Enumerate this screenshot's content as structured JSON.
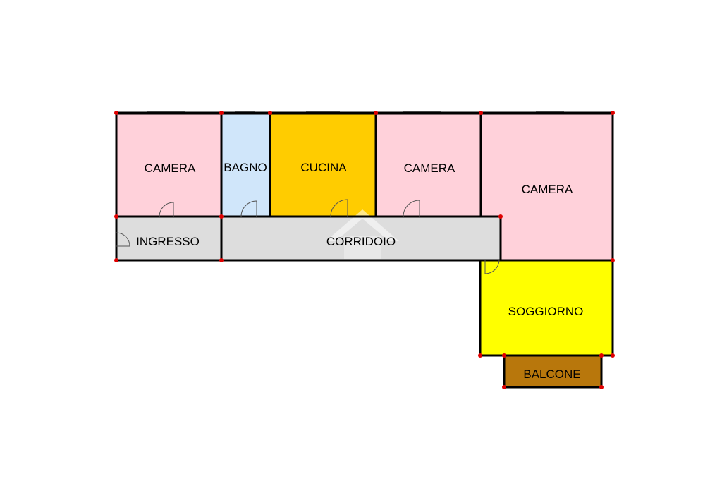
{
  "colors": {
    "camera": "#ffd1da",
    "bagno": "#d0e6fa",
    "cucina": "#ffcc00",
    "corridoio": "#dddddd",
    "soggiorno": "#ffff00",
    "balcone": "#b8770c",
    "wall": "#000000",
    "node": "#e00000"
  },
  "rooms": {
    "camera_1": "CAMERA",
    "bagno": "BAGNO",
    "cucina": "CUCINA",
    "camera_2": "CAMERA",
    "camera_3": "CAMERA",
    "ingresso": "INGRESSO",
    "corridoio": "CORRIDOIO",
    "soggiorno": "SOGGIORNO",
    "balcone": "BALCONE"
  }
}
